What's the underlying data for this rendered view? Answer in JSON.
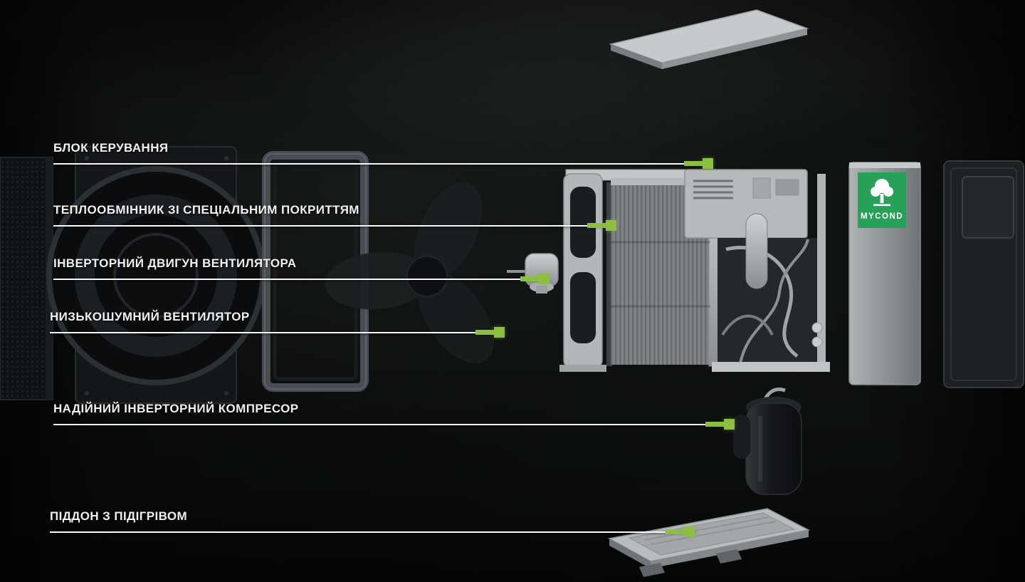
{
  "colors": {
    "accent_green": "#8CBF3F",
    "logo_green": "#27A157",
    "line_white": "#F7F9F8",
    "label_text": "#EEF1EF",
    "background": "#0B0E0D"
  },
  "brand": {
    "name": "MYCOND"
  },
  "callouts": [
    {
      "label": "БЛОК КЕРУВАННЯ"
    },
    {
      "label": "ТЕПЛООБМІННИК ЗІ СПЕЦІАЛЬНИМ ПОКРИТТЯМ"
    },
    {
      "label": "ІНВЕРТОРНИЙ ДВИГУН ВЕНТИЛЯТОРА"
    },
    {
      "label": "НИЗЬКОШУМНИЙ ВЕНТИЛЯТОР"
    },
    {
      "label": "НАДІЙНИЙ ІНВЕРТОРНИЙ КОМПРЕСОР"
    },
    {
      "label": "ПІДДОН З ПІДІГРІВОМ"
    }
  ]
}
